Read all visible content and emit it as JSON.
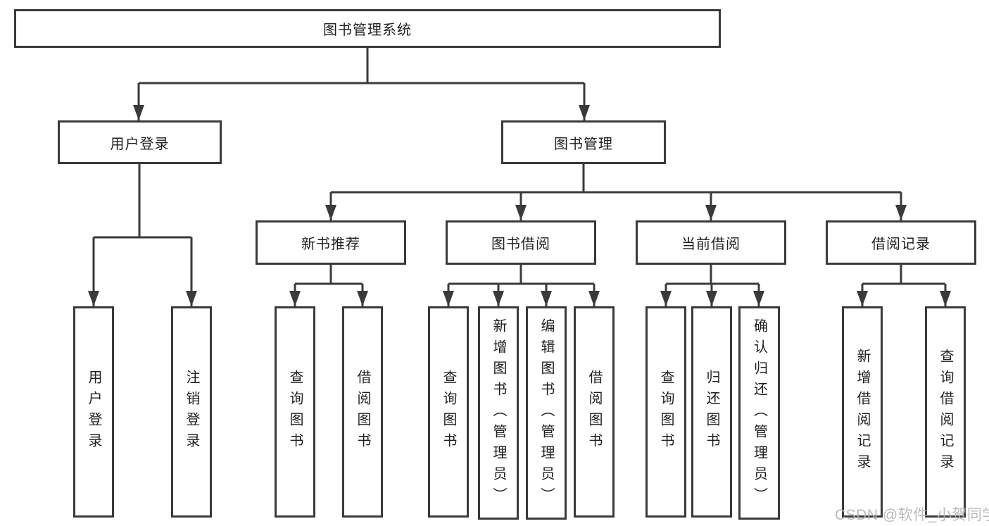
{
  "tree": {
    "label": "图书管理系统",
    "children": [
      {
        "label": "用户登录",
        "children": [
          {
            "label": "用户登录"
          },
          {
            "label": "注销登录"
          }
        ]
      },
      {
        "label": "图书管理",
        "children": [
          {
            "label": "新书推荐",
            "children": [
              {
                "label": "查询图书"
              },
              {
                "label": "借阅图书"
              }
            ]
          },
          {
            "label": "图书借阅",
            "children": [
              {
                "label": "查询图书"
              },
              {
                "label": "新增图书（管理员）"
              },
              {
                "label": "编辑图书（管理员）"
              },
              {
                "label": "借阅图书"
              }
            ]
          },
          {
            "label": "当前借阅",
            "children": [
              {
                "label": "查询图书"
              },
              {
                "label": "归还图书"
              },
              {
                "label": "确认归还（管理员）"
              }
            ]
          },
          {
            "label": "借阅记录",
            "children": [
              {
                "label": "新增借阅记录"
              },
              {
                "label": "查询借阅记录"
              }
            ]
          }
        ]
      }
    ]
  },
  "watermark": {
    "text": "CSDN @软件_小贺同学"
  },
  "colors": {
    "line": "#3a3a3a",
    "text": "#1f1f1f",
    "background": "#ffffff",
    "watermark": "#b3b3b3"
  }
}
